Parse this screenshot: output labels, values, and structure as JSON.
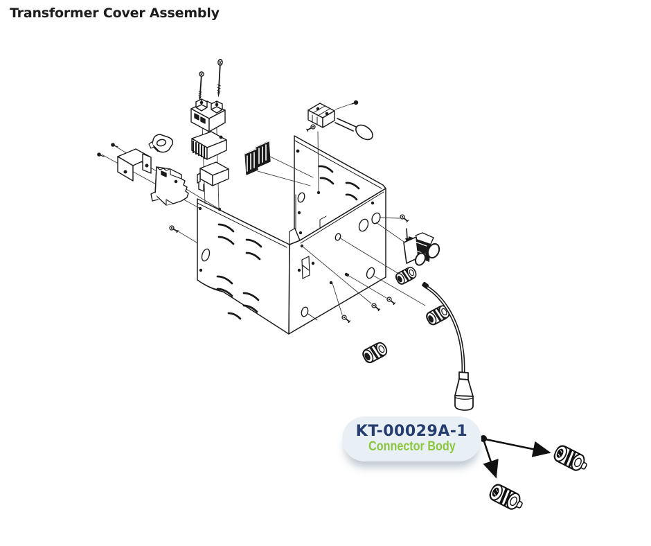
{
  "title": "Transformer Cover Assembly",
  "callout": {
    "part_number": "KT-00029A-1",
    "part_name": "Connector Body"
  },
  "diagram": {
    "type": "exploded-view",
    "main_part": "transformer-cover",
    "callout_arrow_count": 2
  },
  "colors": {
    "line": "#1a1a1a",
    "navy": "#253c6e",
    "green": "#8cc63e",
    "pill_bg": "#e8f0f5",
    "page_bg": "#ffffff"
  }
}
